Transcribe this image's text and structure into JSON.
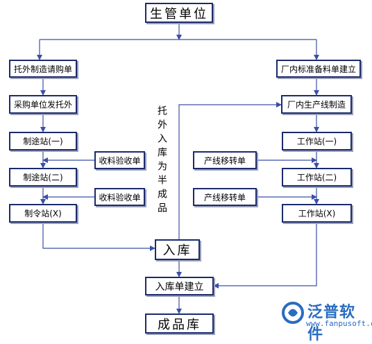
{
  "nodes": {
    "unit": "生管单位",
    "outsource_request": "托外制造请购单",
    "purchase_issue": "采购单位发托外",
    "station_1": "制途站(一)",
    "station_2": "制途站(二)",
    "station_x": "制令站(X)",
    "receive_1": "收料验收单",
    "receive_2": "收料验收单",
    "inhouse_materials": "厂内标准备料单建立",
    "inhouse_production": "厂内生产线制造",
    "work_1": "工作站(一)",
    "work_2": "工作站(二)",
    "work_x": "工作站(X)",
    "transfer_1": "产线移转单",
    "transfer_2": "产线移转单",
    "stock_in": "入库",
    "stock_in_form": "入库单建立",
    "finished_goods": "成品库"
  },
  "side_label": "托外入库为半成品",
  "logo": {
    "name": "泛普软件",
    "url": "www.fanpusoft.com"
  },
  "colors": {
    "border": "#1a2a6c",
    "line": "#3b4fa8",
    "logo": "#2a6cc0"
  }
}
